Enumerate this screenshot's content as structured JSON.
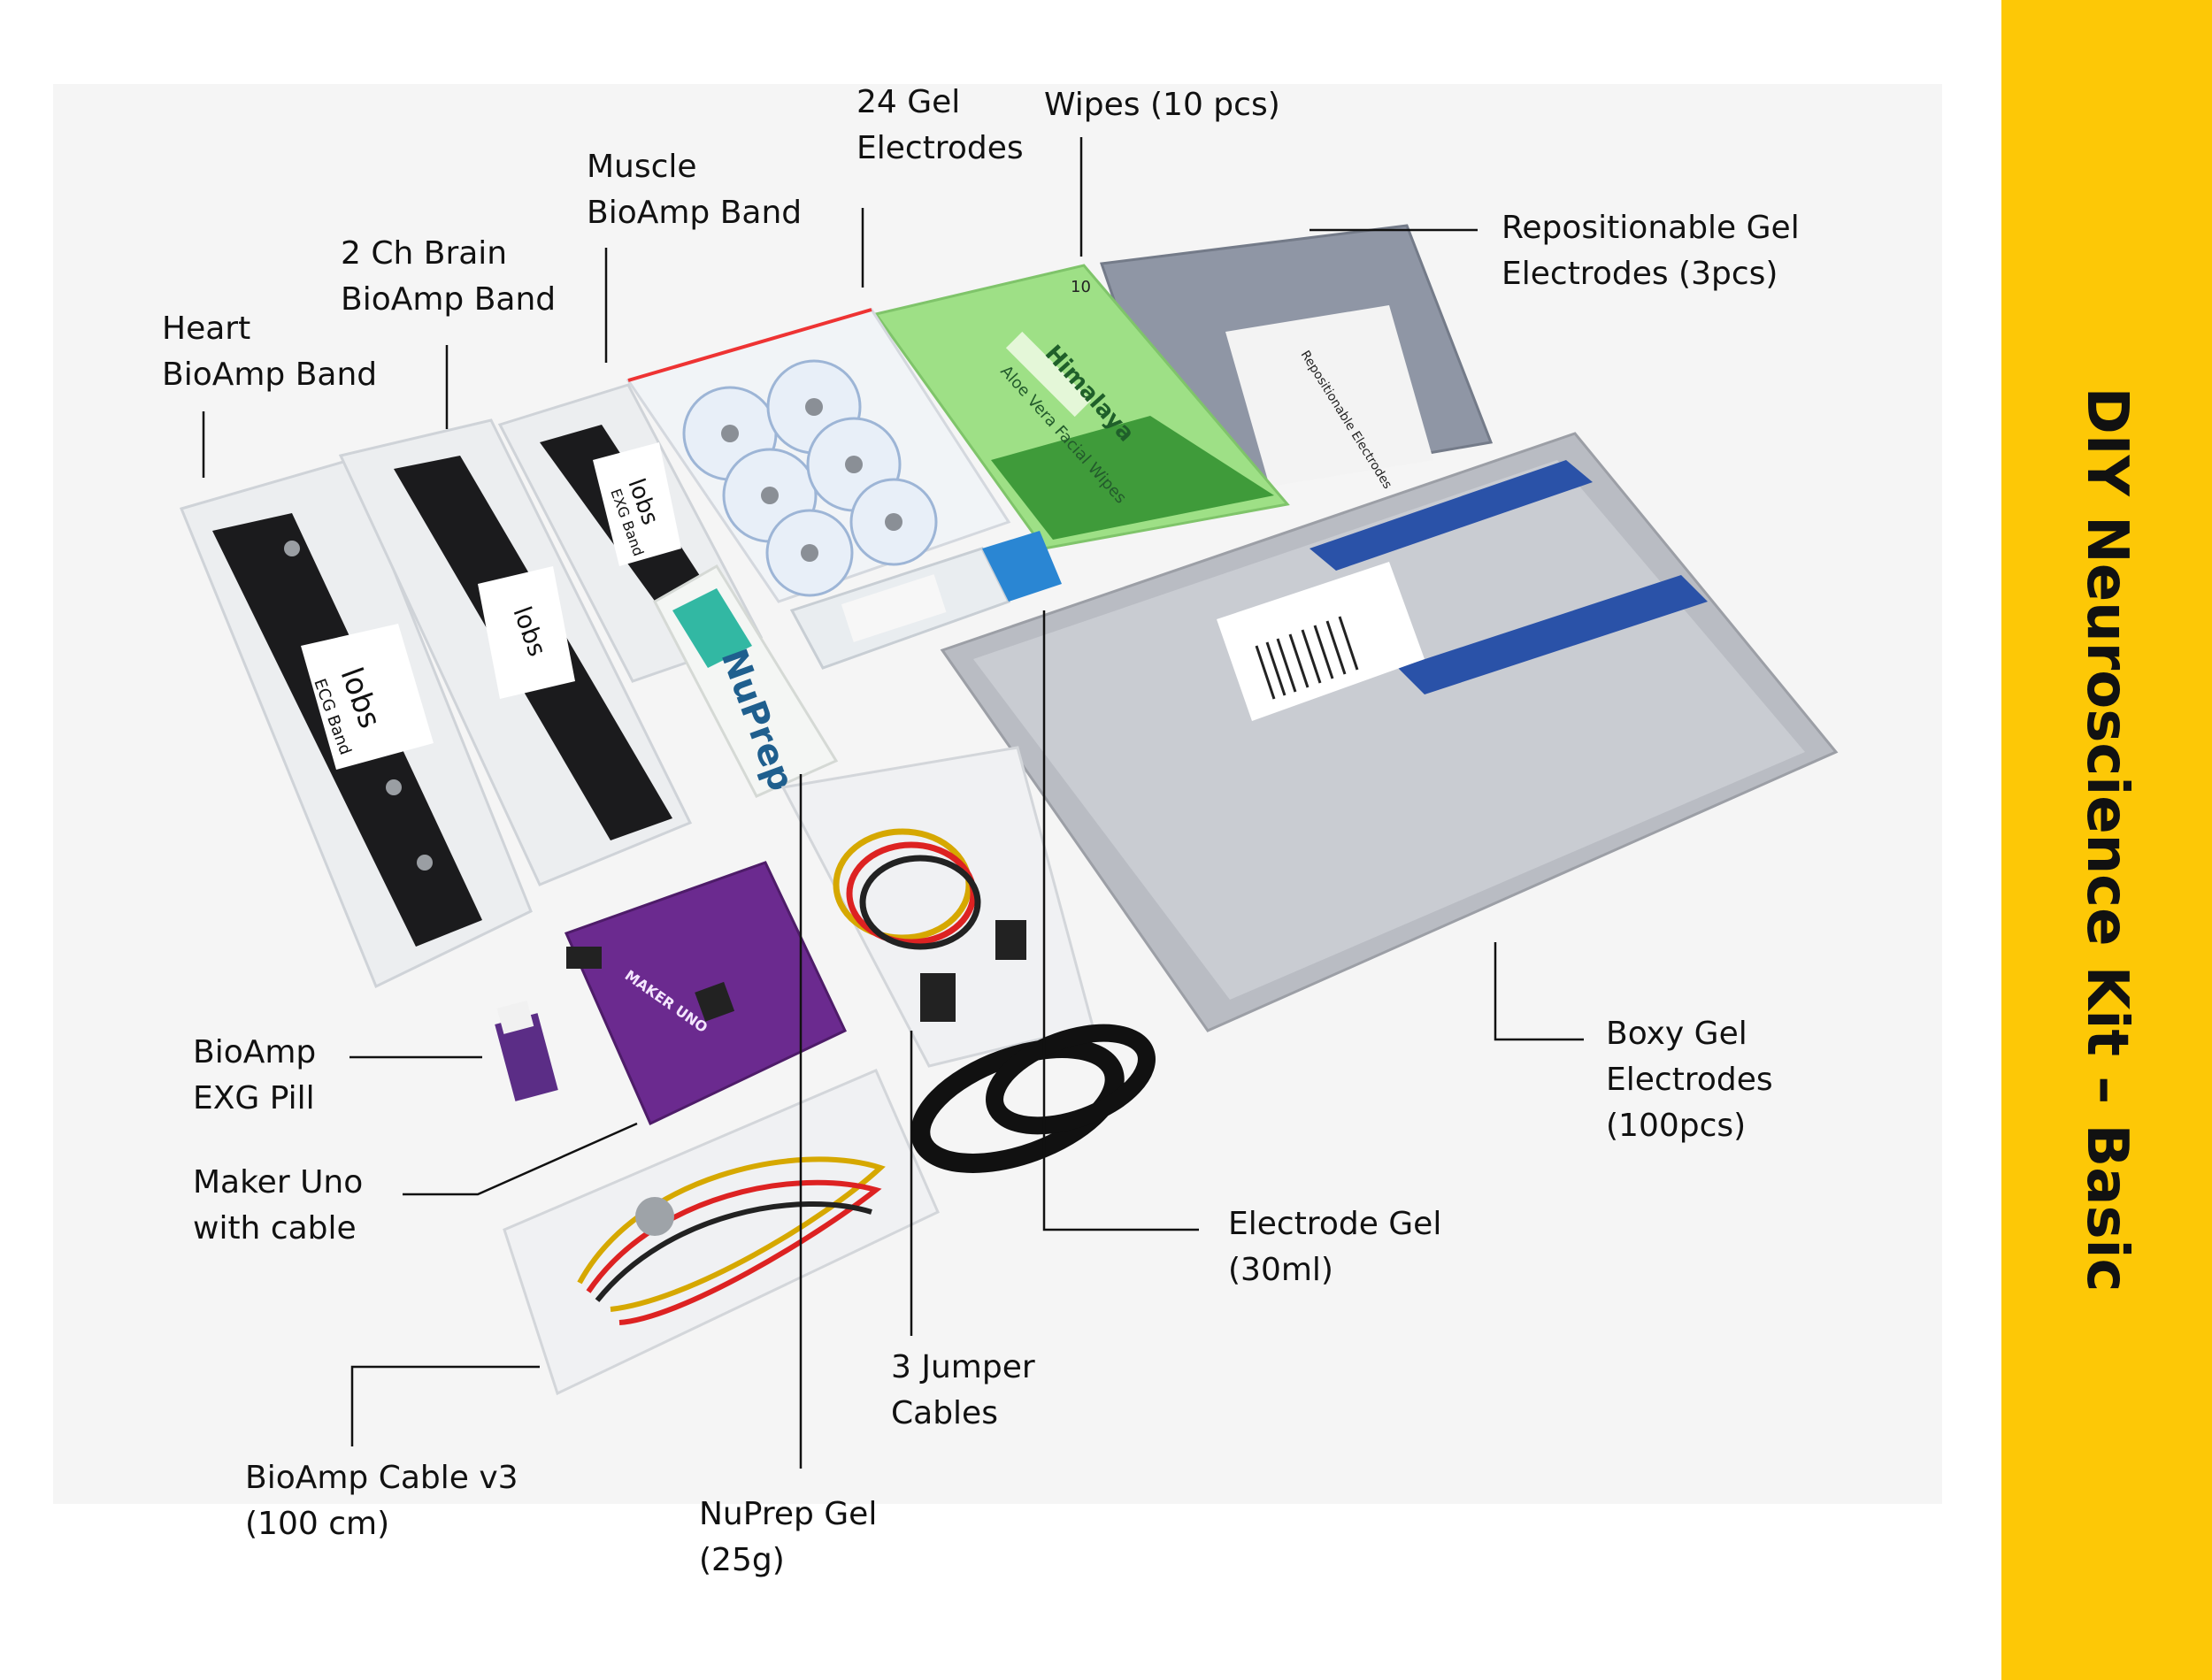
{
  "banner": {
    "title": "DIY Neuroscience Kit – Basic",
    "background": "#fdc806"
  },
  "items": {
    "heart_band": {
      "line1": "Heart",
      "line2": "BioAmp Band"
    },
    "brain_band": {
      "line1": "2 Ch Brain",
      "line2": "BioAmp Band"
    },
    "muscle_band": {
      "line1": "Muscle",
      "line2": "BioAmp Band"
    },
    "gel_electrodes": {
      "line1": "24 Gel",
      "line2": "Electrodes"
    },
    "wipes": {
      "line1": "Wipes (10 pcs)"
    },
    "repositionable": {
      "line1": "Repositionable Gel",
      "line2": "Electrodes (3pcs)"
    },
    "boxy": {
      "line1": "Boxy Gel",
      "line2": "Electrodes",
      "line3": "(100pcs)"
    },
    "electrode_gel": {
      "line1": "Electrode Gel",
      "line2": "(30ml)"
    },
    "jumpers": {
      "line1": "3 Jumper",
      "line2": "Cables"
    },
    "nuprep": {
      "line1": "NuPrep Gel",
      "line2": "(25g)"
    },
    "bioamp_cable": {
      "line1": "BioAmp Cable v3",
      "line2": "(100 cm)"
    },
    "maker_uno": {
      "line1": "Maker Uno",
      "line2": "with cable"
    },
    "exg_pill": {
      "line1": "BioAmp",
      "line2": "EXG Pill"
    }
  },
  "product_text": {
    "band_brand": "lobs",
    "ecg_band": "ECG Band",
    "exg_band": "EXG Band",
    "tube": "NuPrep",
    "wipes_brand": "Himalaya",
    "wipes_sub": "Aloe Vera Facial Wipes",
    "wipes_count": "10",
    "board_name": "MAKER UNO",
    "repositionable_pack": "Repositionable Electrodes"
  }
}
